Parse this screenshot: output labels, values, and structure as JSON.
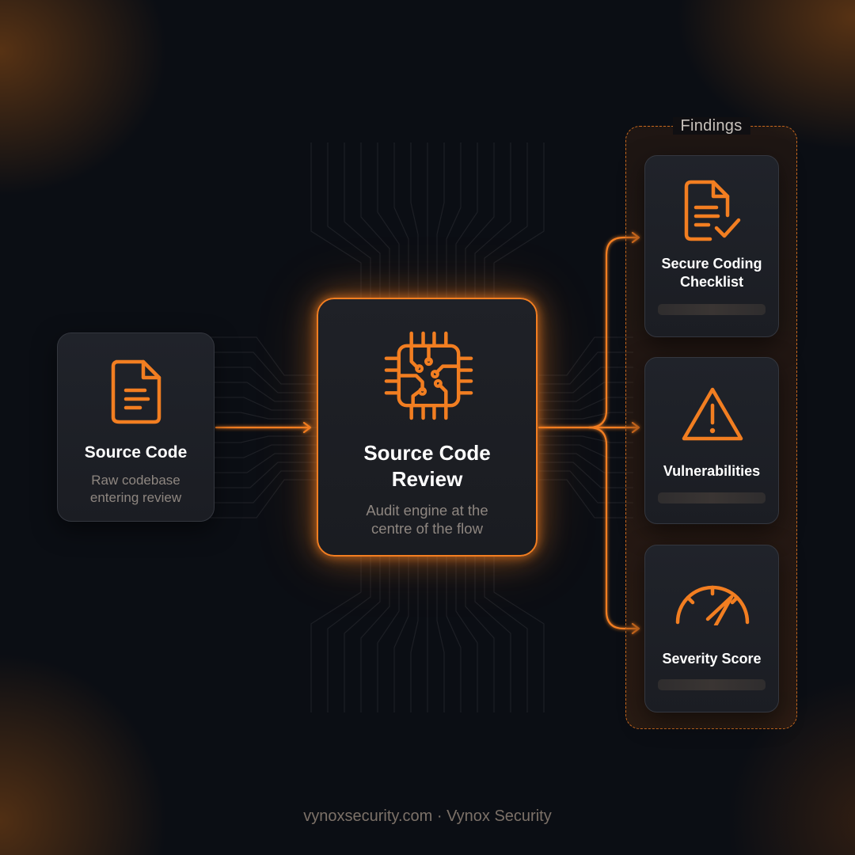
{
  "theme": {
    "accent": "#f27e21",
    "background": "#0b0e14",
    "card_background": "#1e2026",
    "title_color": "#ffffff",
    "subtitle_color": "#8e8680"
  },
  "diagram": {
    "nodes": {
      "source": {
        "icon": "document-icon",
        "title": "Source Code",
        "subtitle": "Raw codebase entering review"
      },
      "review": {
        "icon": "chip-icon",
        "title": "Source Code Review",
        "subtitle": "Audit engine at the centre of the flow"
      }
    },
    "findings": {
      "label": "Findings",
      "items": [
        {
          "icon": "checklist-document-icon",
          "title": "Secure Coding Checklist"
        },
        {
          "icon": "warning-icon",
          "title": "Vulnerabilities"
        },
        {
          "icon": "gauge-icon",
          "title": "Severity Score"
        }
      ]
    },
    "edges": [
      {
        "from": "Source Code",
        "to": "Source Code Review"
      },
      {
        "from": "Source Code Review",
        "to": "Secure Coding Checklist"
      },
      {
        "from": "Source Code Review",
        "to": "Vulnerabilities"
      },
      {
        "from": "Source Code Review",
        "to": "Severity Score"
      }
    ]
  },
  "footer": {
    "text": "vynoxsecurity.com · Vynox Security"
  }
}
